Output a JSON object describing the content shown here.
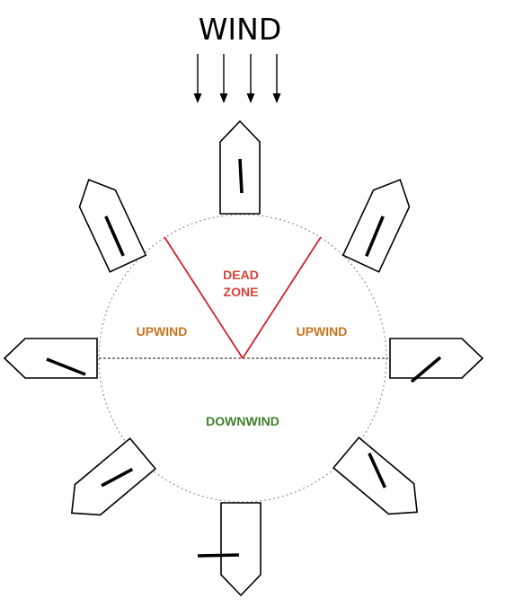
{
  "title": "WIND",
  "labels": {
    "dead_zone_line1": "DEAD",
    "dead_zone_line2": "ZONE",
    "upwind_left": "UPWIND",
    "upwind_right": "UPWIND",
    "downwind": "DOWNWIND"
  },
  "colors": {
    "dead_zone": "#d8433a",
    "upwind": "#c8741e",
    "downwind": "#3f7f2a",
    "dead_zone_lines": "#d81f26",
    "circle": "#9a9a9a",
    "divider": "#444444"
  },
  "wind_arrow_count": 4,
  "boats": [
    {
      "name": "boat-head-to-wind",
      "heading": 0
    },
    {
      "name": "boat-close-hauled-starboard",
      "heading": 25
    },
    {
      "name": "boat-beam-reach-starboard",
      "heading": 90
    },
    {
      "name": "boat-broad-reach-starboard",
      "heading": 130
    },
    {
      "name": "boat-running",
      "heading": 180
    },
    {
      "name": "boat-broad-reach-port",
      "heading": 230
    },
    {
      "name": "boat-beam-reach-port",
      "heading": 270
    },
    {
      "name": "boat-close-hauled-port",
      "heading": 335
    }
  ]
}
